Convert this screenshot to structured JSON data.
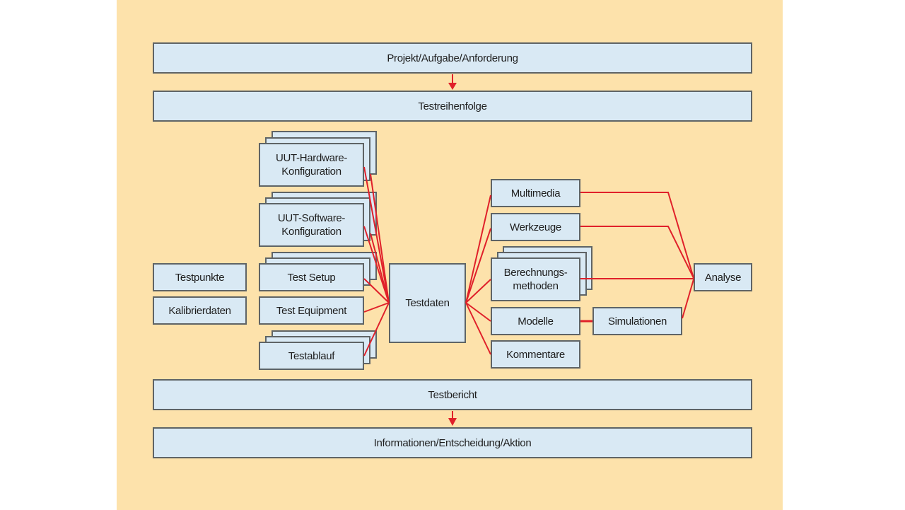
{
  "diagram": {
    "colors": {
      "background": "#fde2ab",
      "box_fill": "#d9e9f4",
      "box_border": "#5f6466",
      "connector": "#e0202a"
    },
    "top": {
      "project": "Projekt/Aufgabe/Anforderung",
      "sequence": "Testreihenfolge"
    },
    "left_inputs": {
      "testpoints": "Testpunkte",
      "calibration": "Kalibrierdaten"
    },
    "sources": {
      "hw_line1": "UUT-Hardware-",
      "hw_line2": "Konfiguration",
      "sw_line1": "UUT-Software-",
      "sw_line2": "Konfiguration",
      "setup": "Test Setup",
      "equipment": "Test Equipment",
      "procedure": "Testablauf"
    },
    "hub": "Testdaten",
    "outputs": {
      "multimedia": "Multimedia",
      "tools": "Werkzeuge",
      "calc_line1": "Berechnungs-",
      "calc_line2": "methoden",
      "models": "Modelle",
      "comments": "Kommentare",
      "simulations": "Simulationen"
    },
    "analysis": "Analyse",
    "bottom": {
      "report": "Testbericht",
      "outcome": "Informationen/Entscheidung/Aktion"
    },
    "edges": [
      [
        "Projekt/Aufgabe/Anforderung",
        "Testreihenfolge"
      ],
      [
        "UUT-Hardware-Konfiguration",
        "Testdaten"
      ],
      [
        "UUT-Software-Konfiguration",
        "Testdaten"
      ],
      [
        "Test Setup",
        "Testdaten"
      ],
      [
        "Test Equipment",
        "Testdaten"
      ],
      [
        "Testablauf",
        "Testdaten"
      ],
      [
        "Testdaten",
        "Multimedia"
      ],
      [
        "Testdaten",
        "Werkzeuge"
      ],
      [
        "Testdaten",
        "Berechnungsmethoden"
      ],
      [
        "Testdaten",
        "Modelle"
      ],
      [
        "Testdaten",
        "Kommentare"
      ],
      [
        "Multimedia",
        "Analyse"
      ],
      [
        "Werkzeuge",
        "Analyse"
      ],
      [
        "Berechnungsmethoden",
        "Analyse"
      ],
      [
        "Modelle",
        "Simulationen"
      ],
      [
        "Simulationen",
        "Analyse"
      ],
      [
        "Testbericht",
        "Informationen/Entscheidung/Aktion"
      ]
    ]
  }
}
